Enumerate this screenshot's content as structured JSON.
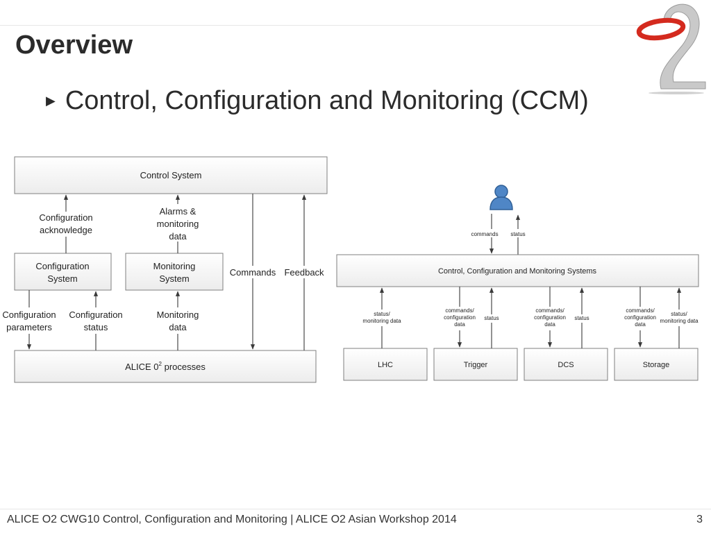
{
  "slide": {
    "title": "Overview",
    "bullet": "Control, Configuration and Monitoring (CCM)"
  },
  "left_diagram": {
    "control_system": "Control System",
    "config_ack": [
      "Configuration",
      "acknowledge"
    ],
    "alarms": [
      "Alarms &",
      "monitoring",
      "data"
    ],
    "configuration_system": [
      "Configuration",
      "System"
    ],
    "monitoring_system": [
      "Monitoring",
      "System"
    ],
    "commands": "Commands",
    "feedback": "Feedback",
    "config_params": [
      "Configuration",
      "parameters"
    ],
    "config_status": [
      "Configuration",
      "status"
    ],
    "monitoring_data": [
      "Monitoring",
      "data"
    ],
    "processes": {
      "prefix": "ALICE 0",
      "sup": "2",
      "suffix": " processes"
    }
  },
  "right_diagram": {
    "user_commands": "commands",
    "user_status": "status",
    "ccm_systems": "Control, Configuration and Monitoring Systems",
    "lhc_link": [
      "status/",
      "monitoring data"
    ],
    "trigger_cmd": [
      "commands/",
      "configuration",
      "data"
    ],
    "trigger_status": "status",
    "dcs_cmd": [
      "commands/",
      "configuration",
      "data"
    ],
    "dcs_status": "status",
    "storage_cmd": [
      "commands/",
      "configuration",
      "data"
    ],
    "storage_status": [
      "status/",
      "monitoring data"
    ],
    "boxes": [
      "LHC",
      "Trigger",
      "DCS",
      "Storage"
    ]
  },
  "footer": {
    "text": "ALICE O2 CWG10 Control, Configuration and Monitoring | ALICE O2 Asian Workshop 2014",
    "page": "3"
  },
  "colors": {
    "logo_red": "#d42a1e",
    "logo_grey": "#b8b8b8",
    "user_blue": "#4f86c6"
  }
}
